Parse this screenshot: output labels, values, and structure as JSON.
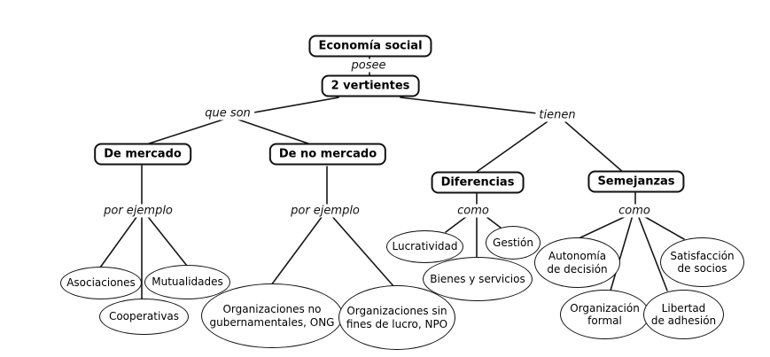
{
  "colors": {
    "background": "#ffffff",
    "line": "#161616",
    "node_border": "#111111",
    "text": "#000000"
  },
  "concepts": {
    "economia_social": "Economía social",
    "vertientes": "2 vertientes",
    "de_mercado": "De mercado",
    "de_no_mercado": "De no mercado",
    "diferencias": "Diferencias",
    "semejanzas": "Semejanzas"
  },
  "linking_phrases": {
    "posee": "posee",
    "que_son": "que son",
    "tienen": "tienen",
    "por_ejemplo_mercado": "por ejemplo",
    "por_ejemplo_no_mercado": "por ejemplo",
    "como_diferencias": "como",
    "como_semejanzas": "como"
  },
  "examples": {
    "asociaciones": "Asociaciones",
    "mutualidades": "Mutualidades",
    "cooperativas": "Cooperativas",
    "ong": "Organizaciones no\ngubernamentales, ONG",
    "npo": "Organizaciones sin\nfines de lucro, NPO",
    "lucratividad": "Lucratividad",
    "gestion": "Gestión",
    "bienes_servicios": "Bienes y servicios",
    "autonomia_decision": "Autonomía\nde decisión",
    "satisfaccion_socios": "Satisfacción\nde socios",
    "organizacion_formal": "Organización\nformal",
    "libertad_adhesion": "Libertad\nde adhesión"
  },
  "relations": [
    {
      "from": "Economía social",
      "label": "posee",
      "to": "2 vertientes"
    },
    {
      "from": "2 vertientes",
      "label": "que son",
      "to": "De mercado; De no mercado"
    },
    {
      "from": "2 vertientes",
      "label": "tienen",
      "to": "Diferencias; Semejanzas"
    },
    {
      "from": "De mercado",
      "label": "por ejemplo",
      "to": "Asociaciones; Mutualidades; Cooperativas"
    },
    {
      "from": "De no mercado",
      "label": "por ejemplo",
      "to": "Organizaciones no gubernamentales, ONG; Organizaciones sin fines de lucro, NPO"
    },
    {
      "from": "Diferencias",
      "label": "como",
      "to": "Lucratividad; Gestión; Bienes y servicios"
    },
    {
      "from": "Semejanzas",
      "label": "como",
      "to": "Autonomía de decisión; Satisfacción de socios; Organización formal; Libertad de adhesión"
    }
  ]
}
